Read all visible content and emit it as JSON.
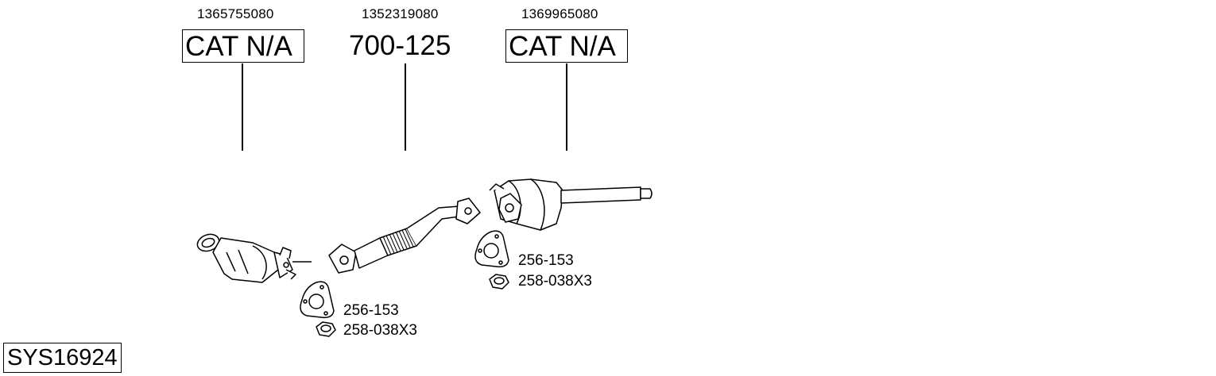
{
  "parts": [
    {
      "oem": "1365755080",
      "code": "CAT N/A",
      "boxed": true,
      "gasket": "256-153",
      "nut": "258-038X3"
    },
    {
      "oem": "1352319080",
      "code": "700-125",
      "boxed": false
    },
    {
      "oem": "1369965080",
      "code": "CAT N/A",
      "boxed": true,
      "gasket": "256-153",
      "nut": "258-038X3"
    }
  ],
  "system_code": "SYS16924"
}
